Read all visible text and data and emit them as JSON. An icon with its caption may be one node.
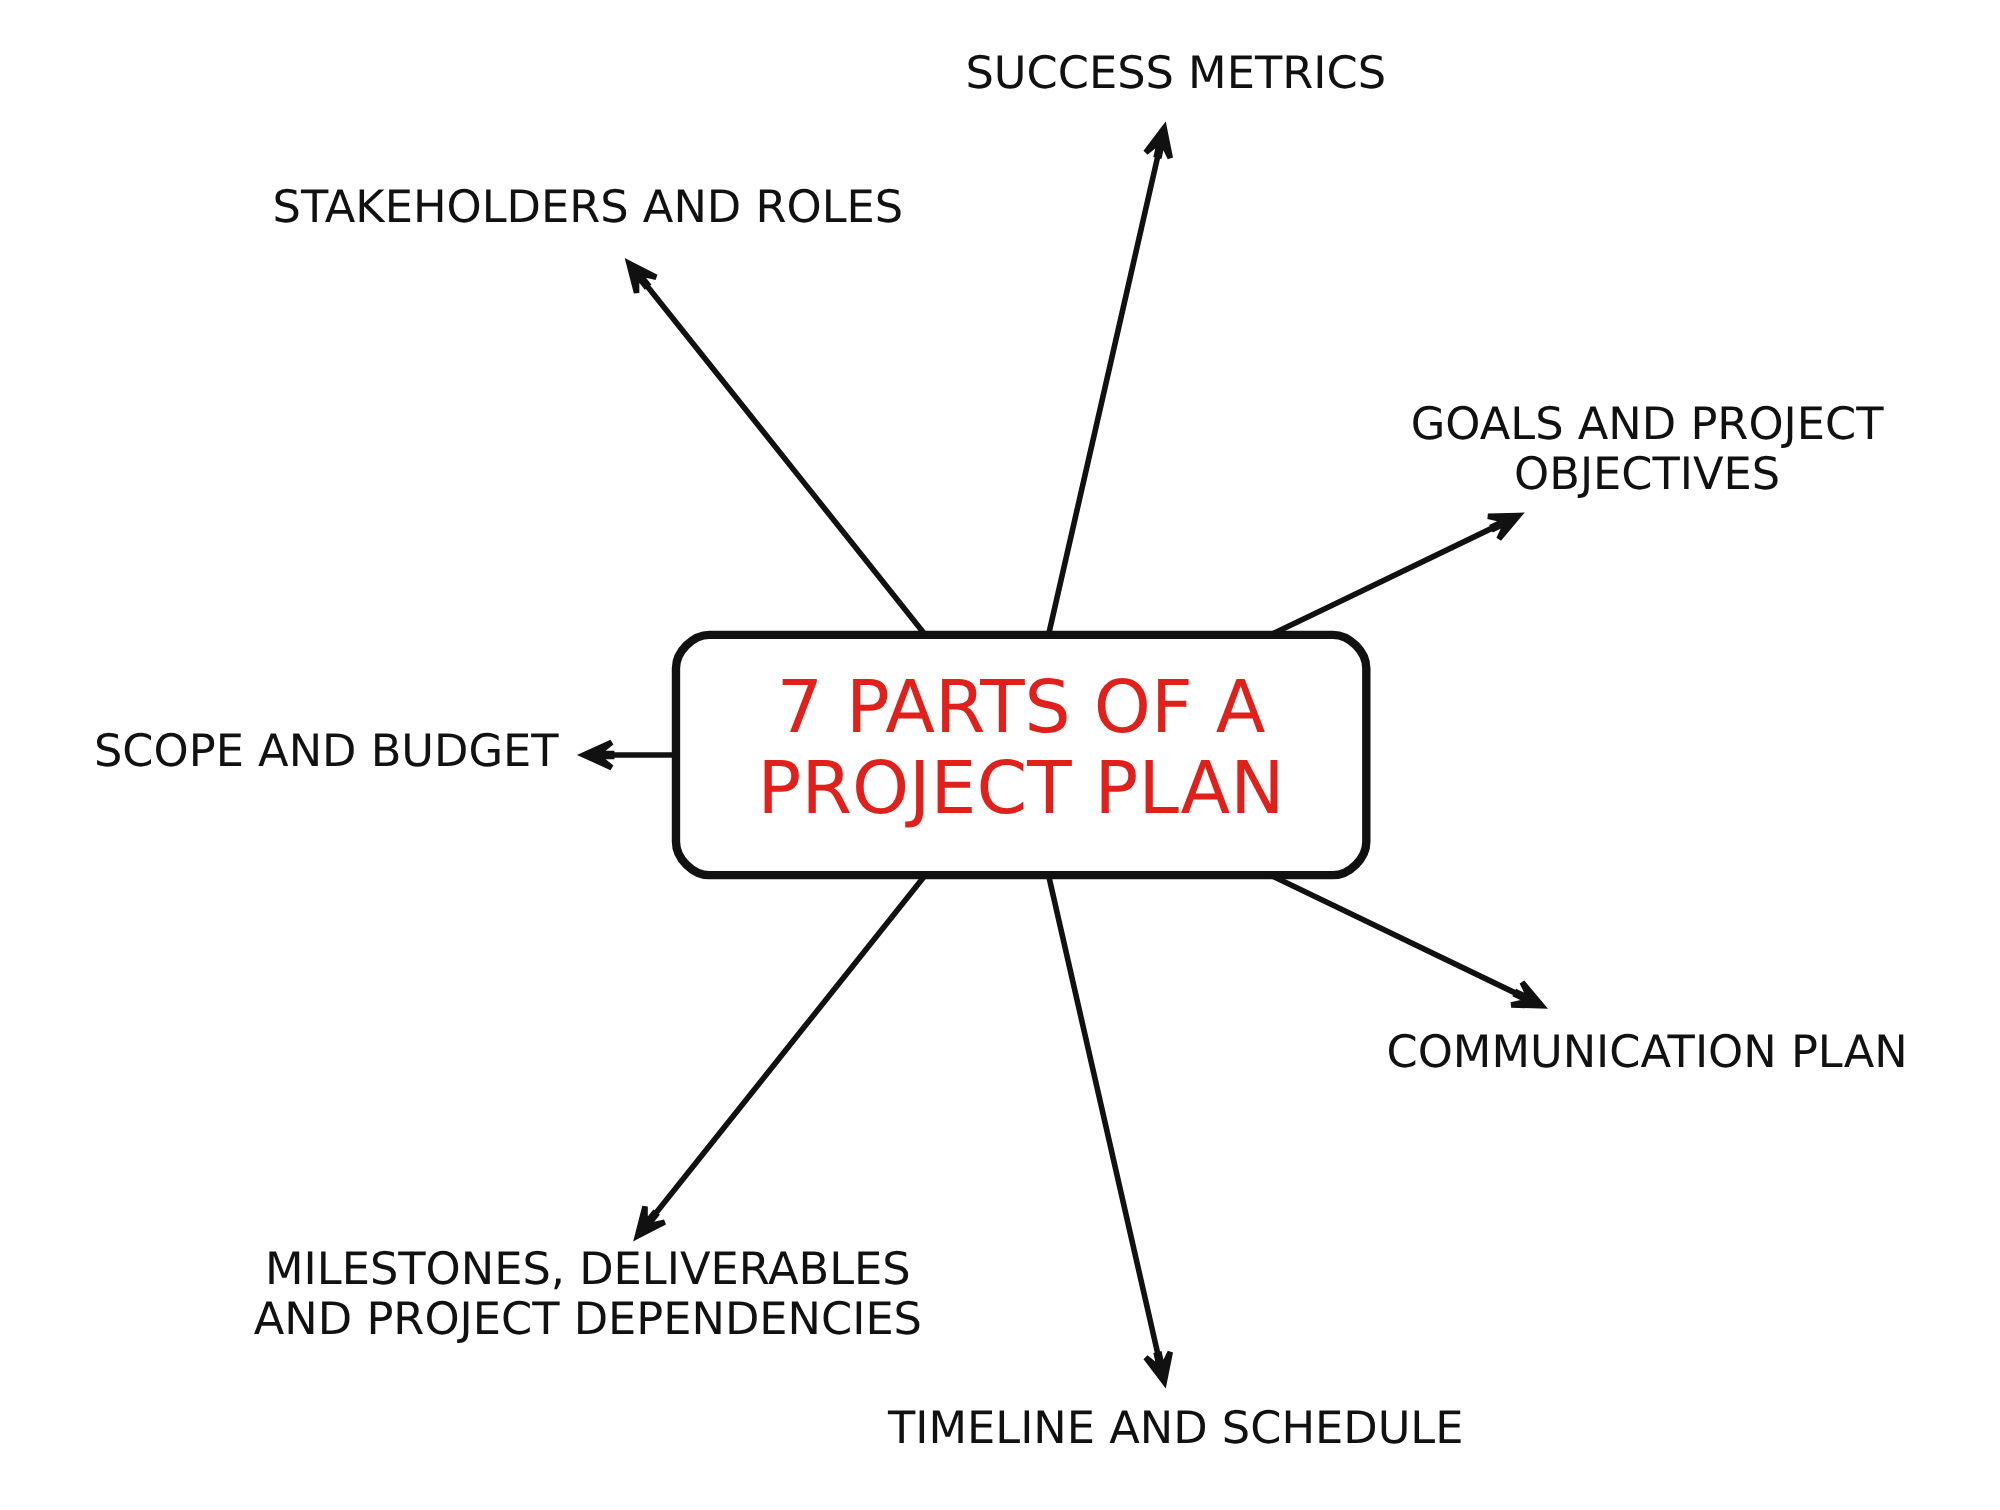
{
  "diagram": {
    "nodes": [
      {
        "text": [
          "7 PARTS OF A PROJECT PLAN"
        ]
      },
      {
        "text": [
          "GOALS AND PROJECT OBJECTIVES"
        ]
      },
      {
        "text": [
          "SUCCESS METRICS"
        ]
      },
      {
        "text": [
          "STAKEHOLDERS AND ROLES"
        ]
      },
      {
        "text": [
          "SCOPE AND BUDGET"
        ]
      },
      {
        "text": [
          "MILESTONES, DELIVERABLES AND PROJECT DEPENDENCIES"
        ]
      },
      {
        "text": [
          "TIMELINE AND SCHEDULE"
        ]
      },
      {
        "text": [
          "COMMUNICATION PLAN"
        ]
      }
    ],
    "edges": [
      {
        "from": 0,
        "to": 1,
        "arrow": "to"
      },
      {
        "from": 0,
        "to": 2,
        "arrow": "to"
      },
      {
        "from": 0,
        "to": 3,
        "arrow": "to"
      },
      {
        "from": 0,
        "to": 4,
        "arrow": "to"
      },
      {
        "from": 0,
        "to": 5,
        "arrow": "to"
      },
      {
        "from": 0,
        "to": 6,
        "arrow": "to"
      },
      {
        "from": 0,
        "to": 7,
        "arrow": "to"
      }
    ]
  }
}
